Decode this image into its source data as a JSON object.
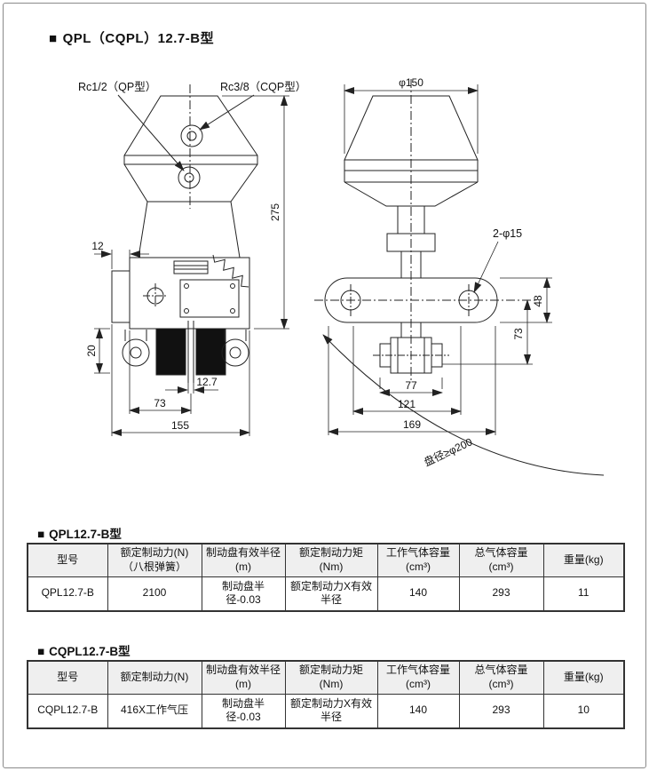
{
  "page": {
    "title": {
      "bullet": "■",
      "text": "QPL（CQPL）12.7-B型"
    }
  },
  "drawing": {
    "left": {
      "label_qp": "Rc1/2（QP型）",
      "label_cqp": "Rc3/8（CQP型）",
      "dim_arm": "12",
      "dim_height": "275",
      "dim_pad": "20",
      "dim_disc": "12.7",
      "dim_73": "73",
      "dim_width": "155"
    },
    "right": {
      "dim_phi": "φ150",
      "label_holes": "2-φ15",
      "dim_48": "48",
      "dim_73": "73",
      "dim_77": "77",
      "dim_121": "121",
      "dim_169": "169",
      "disc_note": "盘径≥φ200"
    }
  },
  "table_qpl": {
    "title": {
      "bullet": "■",
      "text": "QPL12.7-B型"
    },
    "headers": [
      {
        "line1": "型号",
        "line2": ""
      },
      {
        "line1": "额定制动力(N)",
        "line2": "（八根弹簧）"
      },
      {
        "line1": "制动盘有效半径",
        "line2": "(m)"
      },
      {
        "line1": "额定制动力矩",
        "line2": "(Nm)"
      },
      {
        "line1": "工作气体容量",
        "line2": "(cm³)"
      },
      {
        "line1": "总气体容量",
        "line2": "(cm³)"
      },
      {
        "line1": "重量(kg)",
        "line2": ""
      }
    ],
    "row": [
      "QPL12.7-B",
      "2100",
      "制动盘半径-0.03",
      "额定制动力X有效半径",
      "140",
      "293",
      "11"
    ]
  },
  "table_cqpl": {
    "title": {
      "bullet": "■",
      "text": "CQPL12.7-B型"
    },
    "headers": [
      {
        "line1": "型号",
        "line2": ""
      },
      {
        "line1": "额定制动力(N)",
        "line2": ""
      },
      {
        "line1": "制动盘有效半径",
        "line2": "(m)"
      },
      {
        "line1": "额定制动力矩",
        "line2": "(Nm)"
      },
      {
        "line1": "工作气体容量",
        "line2": "(cm³)"
      },
      {
        "line1": "总气体容量",
        "line2": "(cm³)"
      },
      {
        "line1": "重量(kg)",
        "line2": ""
      }
    ],
    "row": [
      "CQPL12.7-B",
      "416X工作气压",
      "制动盘半径-0.03",
      "额定制动力X有效半径",
      "140",
      "293",
      "10"
    ]
  }
}
